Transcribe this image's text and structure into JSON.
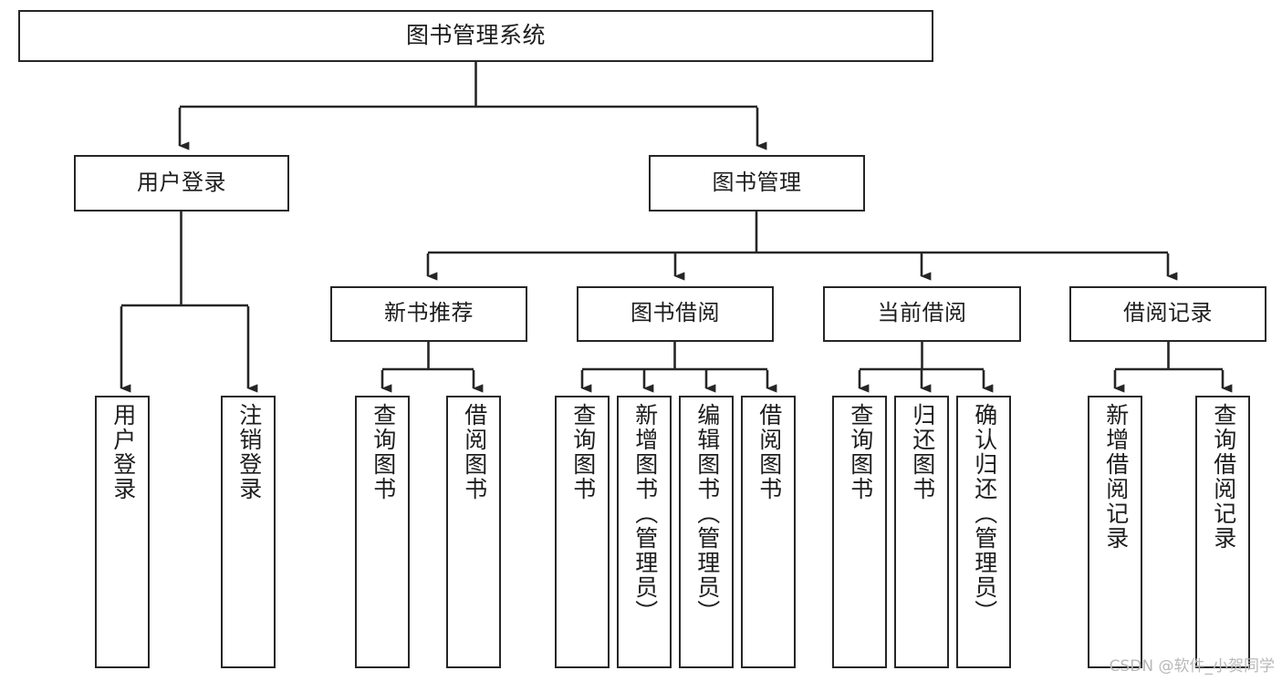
{
  "diagram": {
    "type": "tree-hierarchy",
    "title": "图书管理系统",
    "watermark": "CSDN @软件_小贺同学",
    "colors": {
      "stroke": "#262626",
      "text": "#1d1d1d",
      "background": "#ffffff",
      "watermark": "#b8b8b8"
    },
    "levels": {
      "root": {
        "label": "图书管理系统"
      },
      "level2": [
        {
          "id": "user-login",
          "label": "用户登录"
        },
        {
          "id": "book-manage",
          "label": "图书管理"
        }
      ],
      "level3": [
        {
          "id": "new-book-rec",
          "label": "新书推荐",
          "parent": "book-manage"
        },
        {
          "id": "book-borrow",
          "label": "图书借阅",
          "parent": "book-manage"
        },
        {
          "id": "current-borrow",
          "label": "当前借阅",
          "parent": "book-manage"
        },
        {
          "id": "borrow-record",
          "label": "借阅记录",
          "parent": "book-manage"
        }
      ],
      "leaves": [
        {
          "id": "leaf-user-login",
          "label": "用户登录",
          "parent": "user-login"
        },
        {
          "id": "leaf-logout",
          "label": "注销登录",
          "parent": "user-login"
        },
        {
          "id": "leaf-query-book-1",
          "label": "查询图书",
          "parent": "new-book-rec"
        },
        {
          "id": "leaf-borrow-book-1",
          "label": "借阅图书",
          "parent": "new-book-rec"
        },
        {
          "id": "leaf-query-book-2",
          "label": "查询图书",
          "parent": "book-borrow"
        },
        {
          "id": "leaf-add-book",
          "label": "新增图书（管理员）",
          "parent": "book-borrow"
        },
        {
          "id": "leaf-edit-book",
          "label": "编辑图书（管理员）",
          "parent": "book-borrow"
        },
        {
          "id": "leaf-borrow-book-2",
          "label": "借阅图书",
          "parent": "book-borrow"
        },
        {
          "id": "leaf-query-book-3",
          "label": "查询图书",
          "parent": "current-borrow"
        },
        {
          "id": "leaf-return-book",
          "label": "归还图书",
          "parent": "current-borrow"
        },
        {
          "id": "leaf-confirm-return",
          "label": "确认归还（管理员）",
          "parent": "current-borrow"
        },
        {
          "id": "leaf-add-record",
          "label": "新增借阅记录",
          "parent": "borrow-record"
        },
        {
          "id": "leaf-query-record",
          "label": "查询借阅记录",
          "parent": "borrow-record"
        }
      ]
    }
  }
}
